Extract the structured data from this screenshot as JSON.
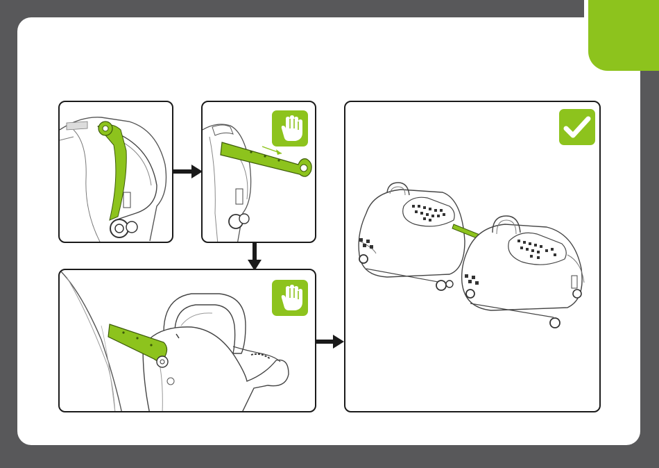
{
  "page": {
    "background_color": "#58585a",
    "sheet_color": "#ffffff",
    "accent_color": "#8dc31d",
    "outline_color": "#1a1a1a"
  },
  "steps": [
    {
      "id": "step-1",
      "description_icon": "handle-hinge-illustration",
      "badge": null
    },
    {
      "id": "step-2",
      "description_icon": "handle-extend-illustration",
      "badge": "stop-hand-icon"
    },
    {
      "id": "step-3",
      "description_icon": "handle-attach-closeup-illustration",
      "badge": "stop-hand-icon"
    },
    {
      "id": "step-4",
      "description_icon": "linked-ride-ons-illustration",
      "badge": "checkmark-icon"
    }
  ],
  "arrows": [
    "arrow-right-icon",
    "arrow-down-icon",
    "arrow-right-icon"
  ]
}
